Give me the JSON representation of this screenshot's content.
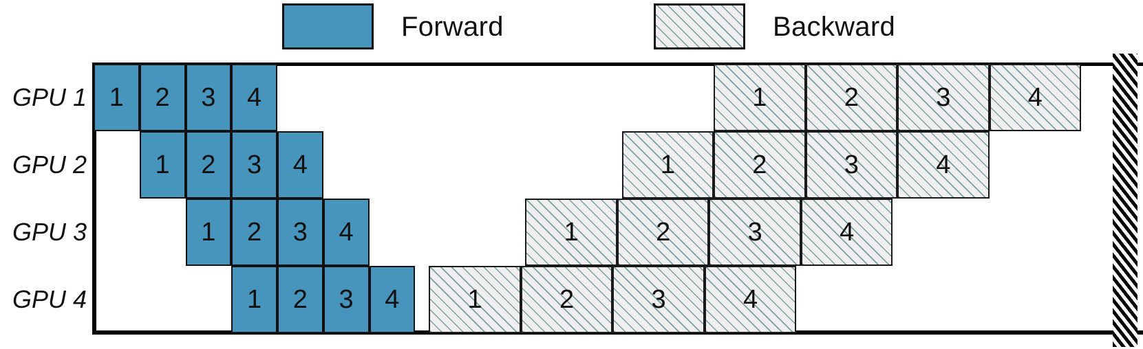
{
  "figure": {
    "type": "pipeline-schedule-gantt",
    "description": "GPipe-style pipeline parallelism schedule across 4 GPUs with 4 micro-batches",
    "colors": {
      "forward_fill": "#4795BC",
      "backward_fill": "#EFEFEF",
      "backward_hatch": "#6E969B",
      "stroke": "#111111",
      "barrier": "#000000",
      "background": "#FFFFFF"
    }
  },
  "legend": {
    "position": "top",
    "items": [
      {
        "key": "forward",
        "label": "Forward",
        "swatch": "solid-blue-square"
      },
      {
        "key": "backward",
        "label": "Backward",
        "swatch": "hatched-gray-square"
      }
    ]
  },
  "axes": {
    "y_labels": [
      "GPU 1",
      "GPU 2",
      "GPU 3",
      "GPU 4"
    ],
    "x_label": "",
    "grid": false
  },
  "barrier": {
    "name": "update-barrier",
    "label": "",
    "style": "black-diagonal-hatched-bar"
  },
  "chart_data": {
    "type": "bar",
    "title": "",
    "xlabel": "",
    "ylabel": "",
    "unit": "micro-batch slot",
    "forward_slot_width": 1,
    "backward_slot_width": 2,
    "categories": [
      "GPU 1",
      "GPU 2",
      "GPU 3",
      "GPU 4"
    ],
    "series": [
      {
        "name": "Forward",
        "values": [
          {
            "gpu": "GPU 1",
            "blocks": [
              {
                "label": "1",
                "start": 0,
                "width": 1
              },
              {
                "label": "2",
                "start": 1,
                "width": 1
              },
              {
                "label": "3",
                "start": 2,
                "width": 1
              },
              {
                "label": "4",
                "start": 3,
                "width": 1
              }
            ]
          },
          {
            "gpu": "GPU 2",
            "blocks": [
              {
                "label": "1",
                "start": 1,
                "width": 1
              },
              {
                "label": "2",
                "start": 2,
                "width": 1
              },
              {
                "label": "3",
                "start": 3,
                "width": 1
              },
              {
                "label": "4",
                "start": 4,
                "width": 1
              }
            ]
          },
          {
            "gpu": "GPU 3",
            "blocks": [
              {
                "label": "1",
                "start": 2,
                "width": 1
              },
              {
                "label": "2",
                "start": 3,
                "width": 1
              },
              {
                "label": "3",
                "start": 4,
                "width": 1
              },
              {
                "label": "4",
                "start": 5,
                "width": 1
              }
            ]
          },
          {
            "gpu": "GPU 4",
            "blocks": [
              {
                "label": "1",
                "start": 3,
                "width": 1
              },
              {
                "label": "2",
                "start": 4,
                "width": 1
              },
              {
                "label": "3",
                "start": 5,
                "width": 1
              },
              {
                "label": "4",
                "start": 6,
                "width": 1
              }
            ]
          }
        ]
      },
      {
        "name": "Backward",
        "values": [
          {
            "gpu": "GPU 1",
            "blocks": [
              {
                "label": "1",
                "start": 13.5,
                "width": 2
              },
              {
                "label": "2",
                "start": 15.5,
                "width": 2
              },
              {
                "label": "3",
                "start": 17.5,
                "width": 2
              },
              {
                "label": "4",
                "start": 19.5,
                "width": 2
              }
            ]
          },
          {
            "gpu": "GPU 2",
            "blocks": [
              {
                "label": "1",
                "start": 11.5,
                "width": 2
              },
              {
                "label": "2",
                "start": 13.5,
                "width": 2
              },
              {
                "label": "3",
                "start": 15.5,
                "width": 2
              },
              {
                "label": "4",
                "start": 17.5,
                "width": 2
              }
            ]
          },
          {
            "gpu": "GPU 3",
            "blocks": [
              {
                "label": "1",
                "start": 9.4,
                "width": 2
              },
              {
                "label": "2",
                "start": 11.4,
                "width": 2
              },
              {
                "label": "3",
                "start": 13.4,
                "width": 2
              },
              {
                "label": "4",
                "start": 15.4,
                "width": 2
              }
            ]
          },
          {
            "gpu": "GPU 4",
            "blocks": [
              {
                "label": "1",
                "start": 7.3,
                "width": 2
              },
              {
                "label": "2",
                "start": 9.3,
                "width": 2
              },
              {
                "label": "3",
                "start": 11.3,
                "width": 2
              },
              {
                "label": "4",
                "start": 13.3,
                "width": 2
              }
            ]
          }
        ]
      }
    ]
  }
}
